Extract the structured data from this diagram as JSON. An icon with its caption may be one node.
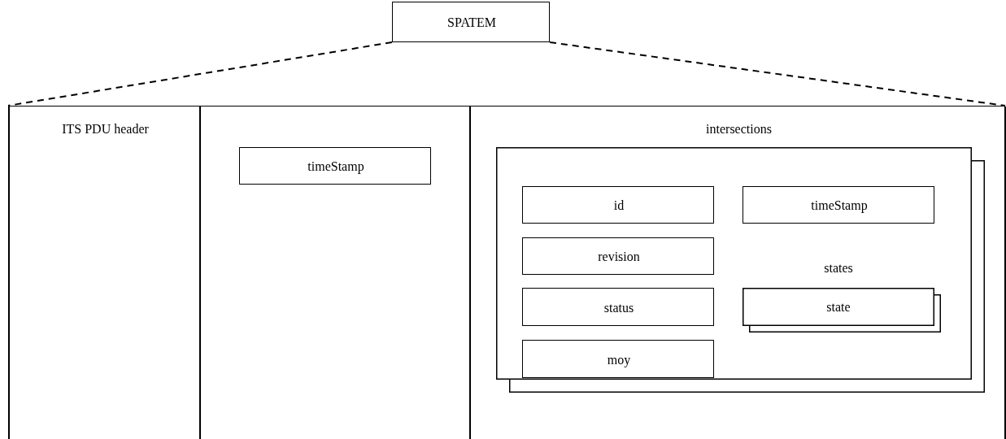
{
  "diagram": {
    "nodes": [
      {
        "text": [
          "SPATEM"
        ]
      },
      {
        "text": [],
        "shape": "box"
      },
      {
        "text": [
          "ITS PDU header"
        ],
        "in": 1
      },
      {
        "text": [],
        "shape": "box",
        "in": 1
      },
      {
        "text": [
          "timeStamp"
        ],
        "in": 3
      },
      {
        "text": [
          "intersections"
        ],
        "in": 1
      },
      {
        "text": [],
        "shape": "box",
        "in": 5
      },
      {
        "text": [
          "id"
        ],
        "in": 6
      },
      {
        "text": [
          "timeStamp"
        ],
        "in": 6
      },
      {
        "text": [
          "revision"
        ],
        "in": 6
      },
      {
        "text": [
          "state"
        ],
        "beside": [
          "states"
        ],
        "in": 6
      },
      {
        "text": [
          "status"
        ],
        "in": 6
      },
      {
        "text": [
          "moy"
        ],
        "in": 6
      }
    ],
    "edges": [
      {
        "from": 0,
        "to": 1,
        "arrow": "none",
        "style": "dashed"
      },
      {
        "from": 0,
        "to": 1,
        "arrow": "none",
        "style": "dashed"
      }
    ]
  }
}
